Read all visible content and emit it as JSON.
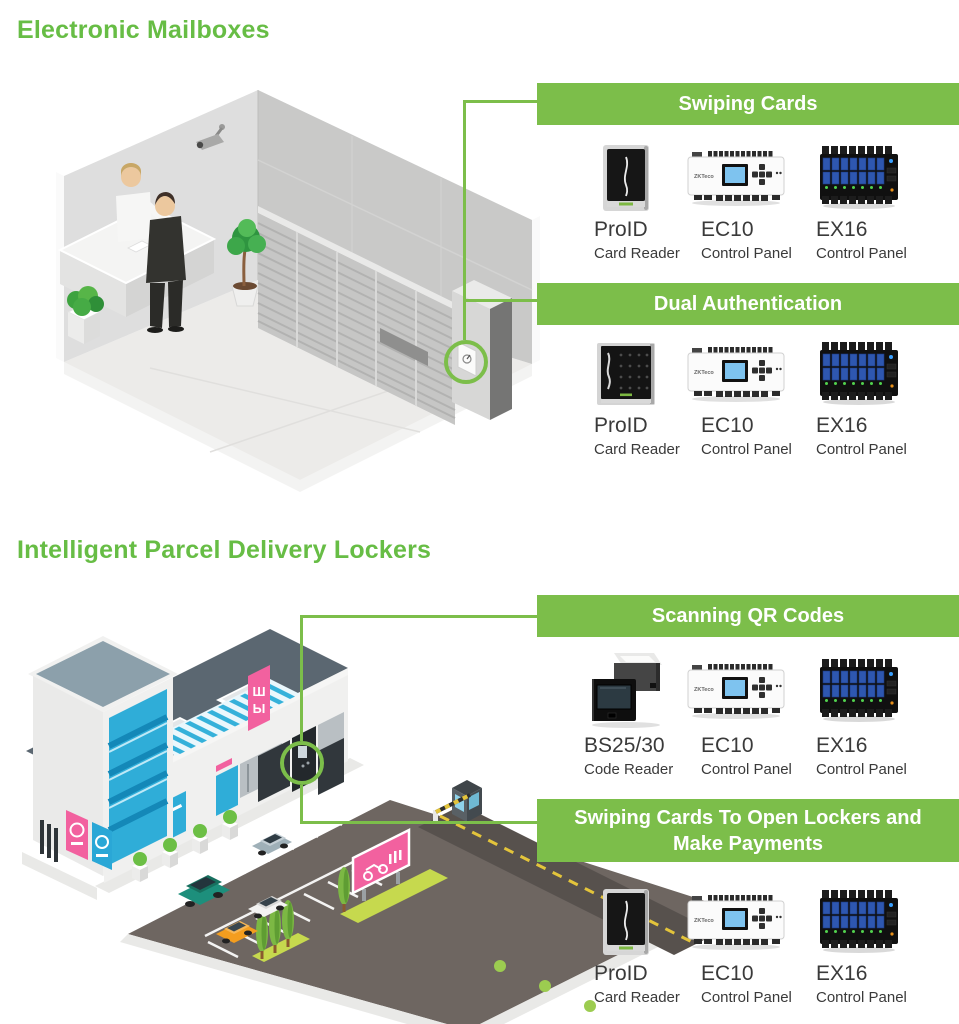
{
  "colors": {
    "accent_green": "#7cbe4a",
    "title_green": "#67bd45",
    "banner_text": "#ffffff",
    "label_text": "#3a3a3a"
  },
  "sections": [
    {
      "title": "Electronic Mailboxes",
      "illustration": "mailroom-isometric-scene",
      "groups": [
        {
          "banner_label": "Swiping Cards",
          "products": [
            {
              "name": "ProID",
              "subtitle": "Card Reader",
              "icon": "proid-card-reader-icon"
            },
            {
              "name": "EC10",
              "subtitle": "Control Panel",
              "icon": "ec10-control-panel-icon"
            },
            {
              "name": "EX16",
              "subtitle": "Control Panel",
              "icon": "ex16-control-panel-icon"
            }
          ]
        },
        {
          "banner_label": "Dual Authentication",
          "products": [
            {
              "name": "ProID",
              "subtitle": "Card Reader",
              "icon": "proid-keypad-reader-icon"
            },
            {
              "name": "EC10",
              "subtitle": "Control Panel",
              "icon": "ec10-control-panel-icon"
            },
            {
              "name": "EX16",
              "subtitle": "Control Panel",
              "icon": "ex16-control-panel-icon"
            }
          ]
        }
      ]
    },
    {
      "title": "Intelligent Parcel Delivery Lockers",
      "illustration": "mall-parking-isometric-scene",
      "groups": [
        {
          "banner_label": "Scanning QR Codes",
          "products": [
            {
              "name": "BS25/30",
              "subtitle": "Code Reader",
              "icon": "bs2530-code-reader-icon"
            },
            {
              "name": "EC10",
              "subtitle": "Control Panel",
              "icon": "ec10-control-panel-icon"
            },
            {
              "name": "EX16",
              "subtitle": "Control Panel",
              "icon": "ex16-control-panel-icon"
            }
          ]
        },
        {
          "banner_label": "Swiping Cards To Open Lockers and Make Payments",
          "products": [
            {
              "name": "ProID",
              "subtitle": "Card Reader",
              "icon": "proid-card-reader-icon"
            },
            {
              "name": "EC10",
              "subtitle": "Control Panel",
              "icon": "ec10-control-panel-icon"
            },
            {
              "name": "EX16",
              "subtitle": "Control Panel",
              "icon": "ex16-control-panel-icon"
            }
          ]
        }
      ]
    }
  ]
}
